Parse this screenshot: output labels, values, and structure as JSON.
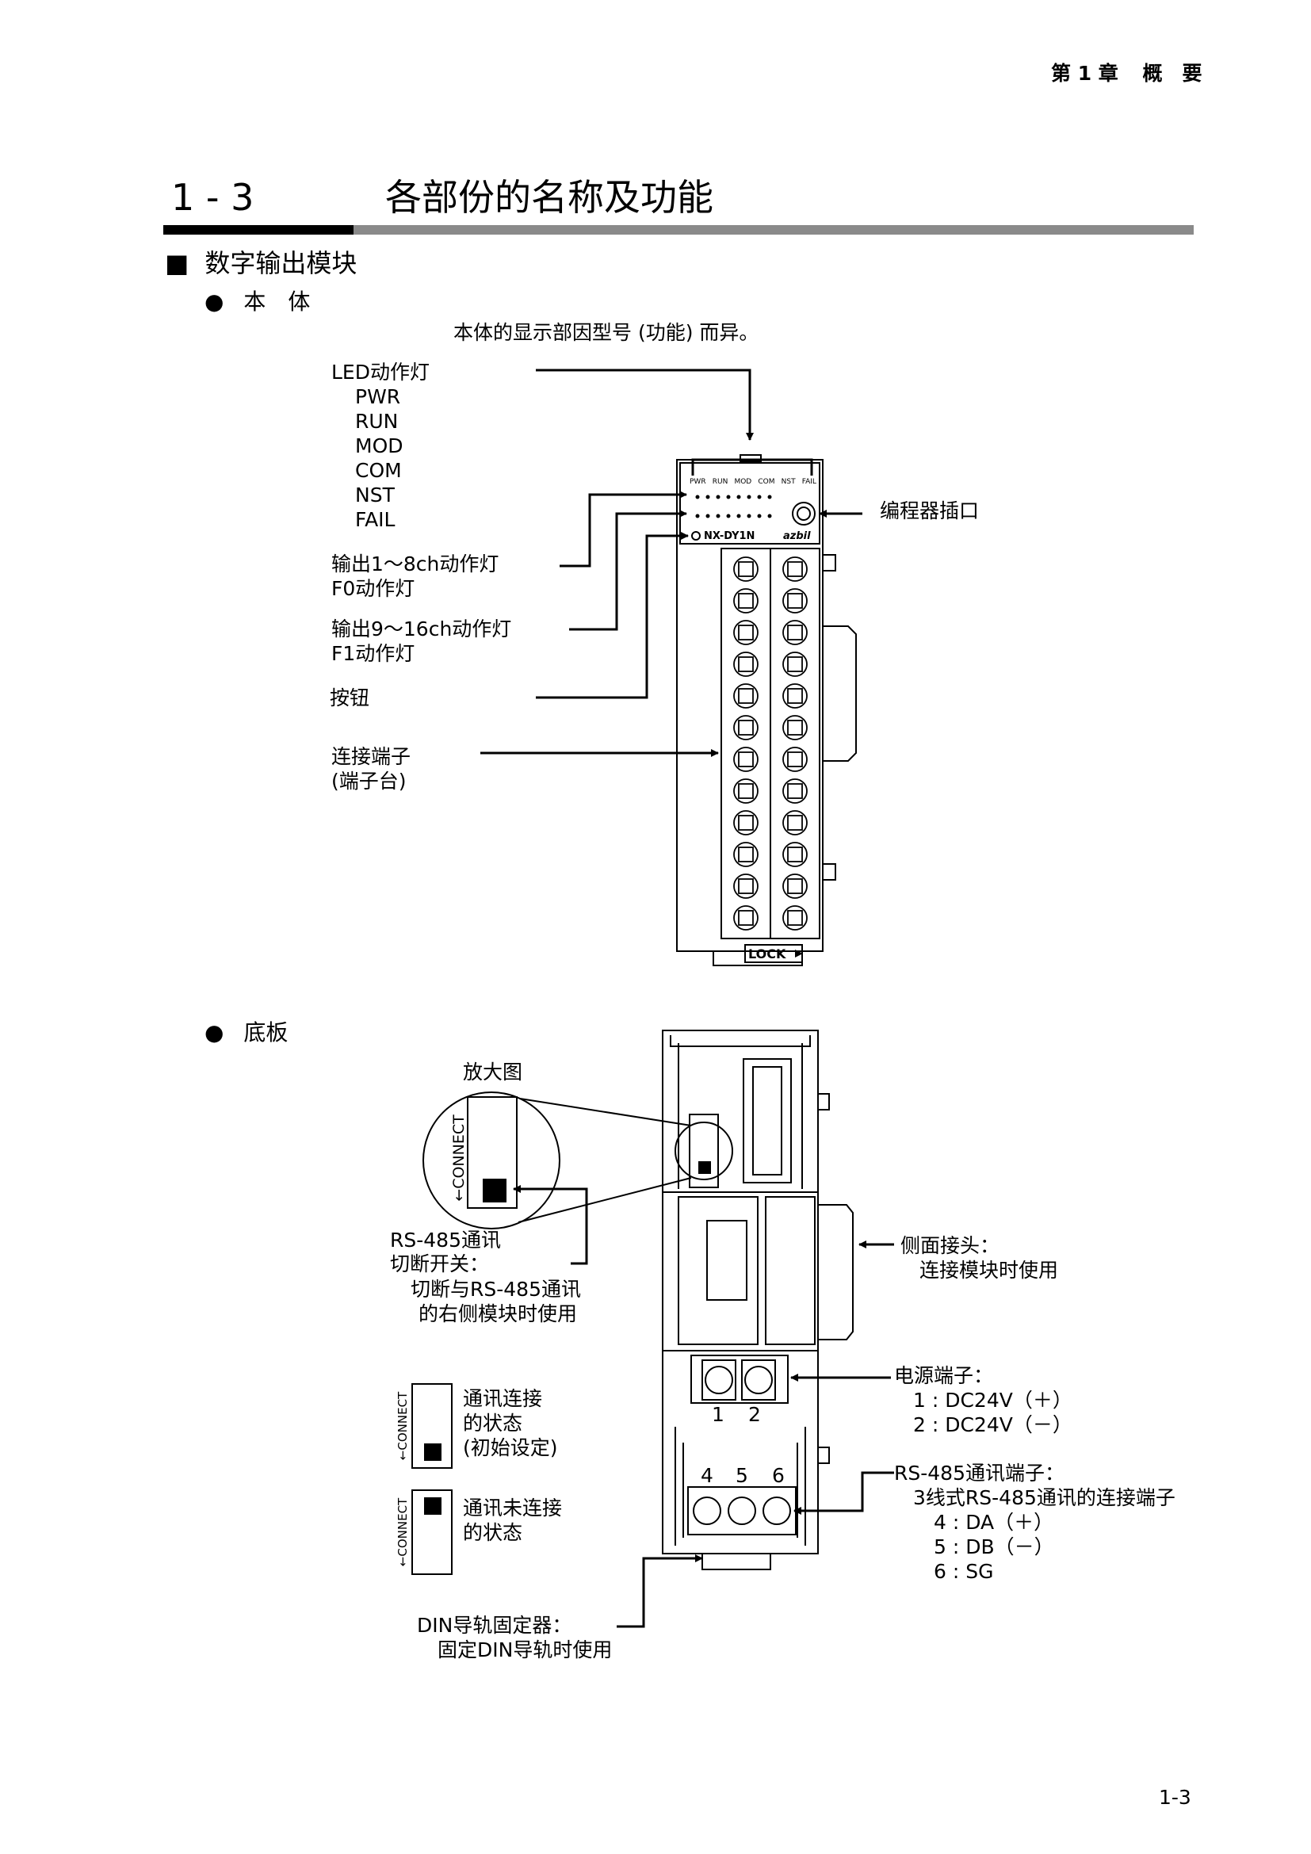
{
  "header": {
    "chapter": "第 1 章",
    "chapter_title": "概　要"
  },
  "section": {
    "number": "1 - 3",
    "title": "各部份的名称及功能"
  },
  "subsection": {
    "bullet": "■",
    "title": "数字输出模块"
  },
  "body_unit": {
    "bullet": "●",
    "title": "本　体",
    "note": "本体的显示部因型号 (功能) 而异。",
    "led_label": "LED动作灯",
    "led_list": [
      "PWR",
      "RUN",
      "MOD",
      "COM",
      "NST",
      "FAIL"
    ],
    "out1_line1": "输出1～8ch动作灯",
    "out1_line2": "F0动作灯",
    "out2_line1": "输出9～16ch动作灯",
    "out2_line2": "F1动作灯",
    "button_label": "按钮",
    "terminal_line1": "连接端子",
    "terminal_line2": "(端子台)",
    "programmer_port": "编程器插口",
    "module_leds": [
      "PWR",
      "RUN",
      "MOD",
      "COM",
      "NST",
      "FAIL"
    ],
    "model": "NX-DY1N",
    "logo": "azbil",
    "lock": "LOCK"
  },
  "base": {
    "bullet": "●",
    "title": "底板",
    "zoom_label": "放大图",
    "connect_text": "←CONNECT",
    "rs485_switch_line1": "RS-485通讯",
    "rs485_switch_line2": "切断开关：",
    "rs485_switch_line3": "切断与RS-485通讯",
    "rs485_switch_line4": "的右侧模块时使用",
    "connected_line1": "通讯连接",
    "connected_line2": "的状态",
    "connected_line3": "(初始设定)",
    "disconnected_line1": "通讯未连接",
    "disconnected_line2": "的状态",
    "side_conn_line1": "侧面接头：",
    "side_conn_line2": "连接模块时使用",
    "power_title": "电源端子：",
    "power_1": "1 : DC24V（＋）",
    "power_2": "2 : DC24V（－）",
    "rs485_term_title": "RS-485通讯端子：",
    "rs485_term_desc": "3线式RS-485通讯的连接端子",
    "rs485_4": "4 : DA（＋）",
    "rs485_5": "5 : DB（－）",
    "rs485_6": "6 : SG",
    "din_line1": "DIN导轨固定器：",
    "din_line2": "固定DIN导轨时使用",
    "term_nums_top": [
      "1",
      "2"
    ],
    "term_nums_bottom": [
      "4",
      "5",
      "6"
    ]
  },
  "page_number": "1-3"
}
